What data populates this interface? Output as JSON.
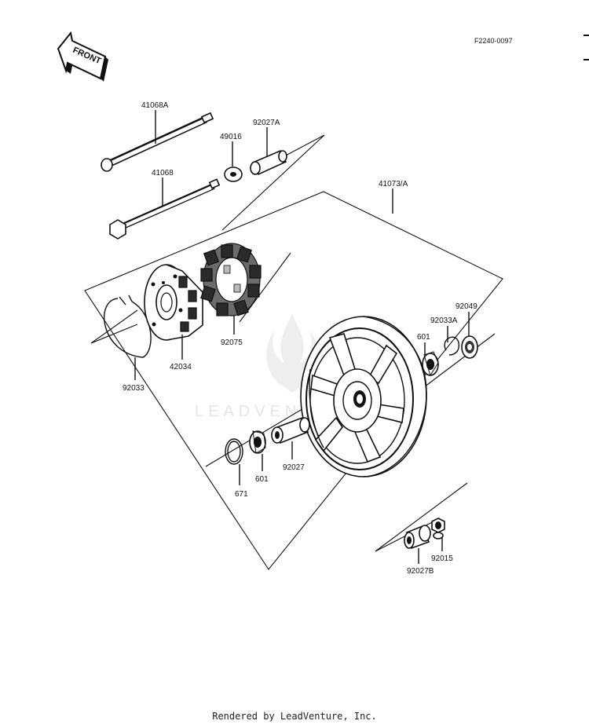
{
  "diagram": {
    "code": "F2240-0097",
    "front_label": "FRONT",
    "watermark": "LEADVENTURE",
    "parts": {
      "p41068A": "41068A",
      "p41068": "41068",
      "p49016": "49016",
      "p92027A": "92027A",
      "p41073A": "41073/A",
      "p92033": "92033",
      "p42034": "42034",
      "p92075": "92075",
      "p92049": "92049",
      "p92033A": "92033A",
      "p601_right": "601",
      "p671": "671",
      "p601_left": "601",
      "p92027": "92027",
      "p92027B": "92027B",
      "p92015": "92015"
    }
  },
  "footer": {
    "text": "Rendered by LeadVenture, Inc."
  },
  "colors": {
    "ink": "#111111",
    "watermark": "#e3e3e3"
  }
}
